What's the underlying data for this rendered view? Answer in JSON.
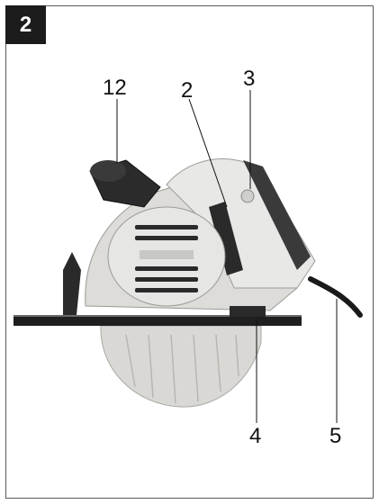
{
  "figure": {
    "number": "2"
  },
  "callouts": [
    {
      "id": "c12",
      "label": "12"
    },
    {
      "id": "c2",
      "label": "2"
    },
    {
      "id": "c3",
      "label": "3"
    },
    {
      "id": "c4",
      "label": "4"
    },
    {
      "id": "c5",
      "label": "5"
    }
  ],
  "product": {
    "image": "circular-saw"
  },
  "colors": {
    "housing": "#e6e6e4",
    "dark_parts": "#2a2a2a",
    "blade_guard": "#d7d7d4"
  }
}
